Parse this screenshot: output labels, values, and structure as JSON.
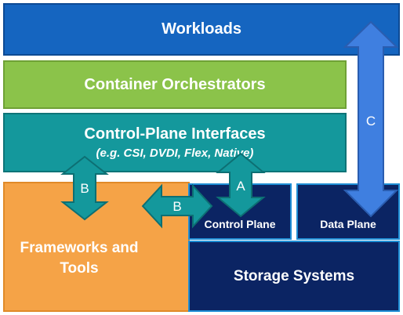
{
  "boxes": {
    "workloads": "Workloads",
    "orchestrators": "Container Orchestrators",
    "control_interfaces_title": "Control-Plane Interfaces",
    "control_interfaces_subtitle": "(e.g. CSI, DVDI, Flex, Native)",
    "frameworks_line1": "Frameworks and",
    "frameworks_line2": "Tools",
    "control_plane": "Control Plane",
    "data_plane": "Data Plane",
    "storage": "Storage Systems"
  },
  "arrows": {
    "b_vertical": "B",
    "b_horizontal": "B",
    "a_vertical": "A",
    "c_vertical": "C"
  },
  "colors": {
    "workloads": "#1565c0",
    "orchestrators": "#8bc34a",
    "control_interfaces": "#14989c",
    "frameworks": "#f5a347",
    "storage": "#0b2463",
    "teal_arrow": "#14989c",
    "blue_arrow": "#3f7fe0"
  }
}
